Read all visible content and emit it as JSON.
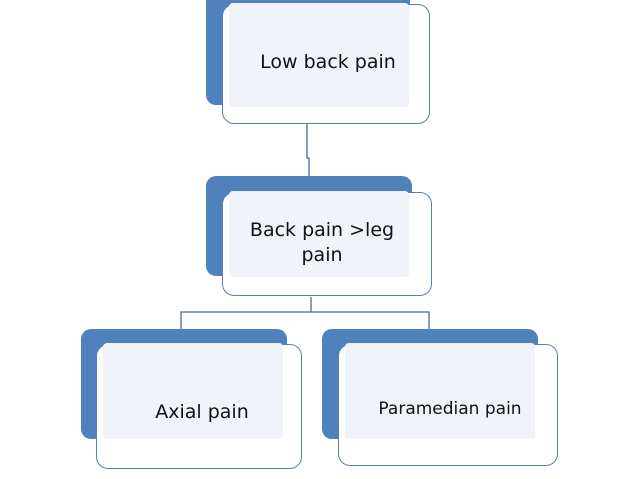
{
  "colors": {
    "accent": "#4f81bd",
    "box_fill": "#f0f3fa",
    "box_border": "#5b7fae",
    "connector": "#4a6a94"
  },
  "nodes": {
    "root": {
      "label": "Low back pain"
    },
    "middle": {
      "label": "Back pain >leg pain"
    },
    "left": {
      "label": "Axial pain"
    },
    "right": {
      "label": "Paramedian pain"
    }
  }
}
